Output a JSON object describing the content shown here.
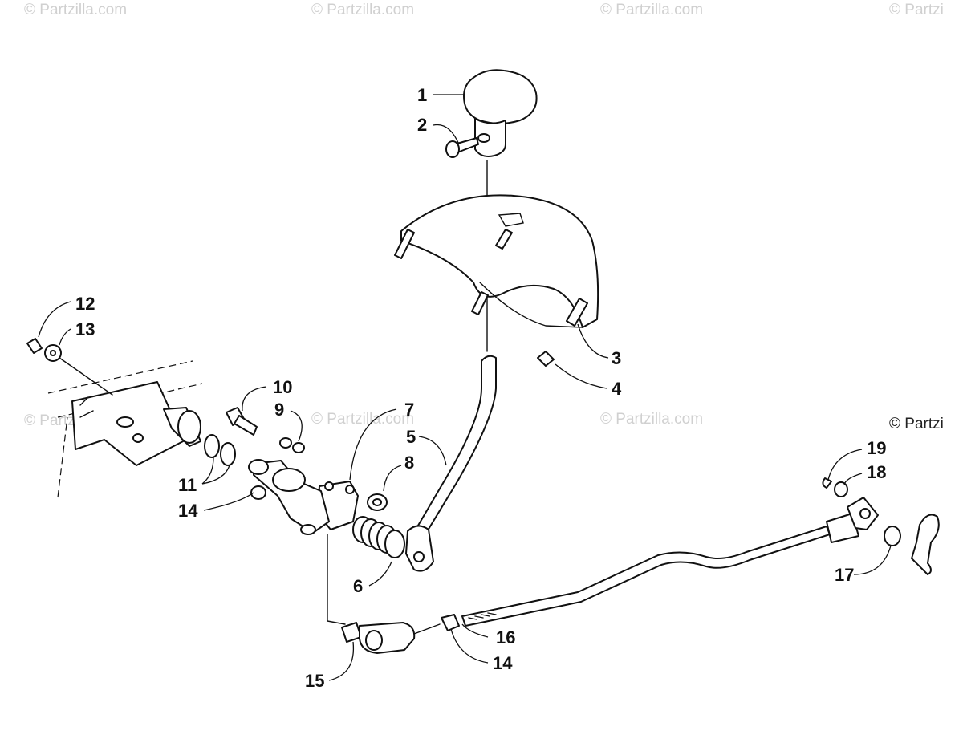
{
  "watermarks": [
    "© Partzilla.com",
    "© Partzilla.com",
    "© Partzilla.com",
    "© Partzi",
    "© Partzilla.com",
    "© Partzilla.com",
    "© Partzilla.com",
    "© Partzi"
  ],
  "callouts": [
    "1",
    "2",
    "3",
    "4",
    "5",
    "6",
    "7",
    "8",
    "9",
    "10",
    "11",
    "12",
    "13",
    "14",
    "14",
    "15",
    "16",
    "17",
    "18",
    "19"
  ]
}
